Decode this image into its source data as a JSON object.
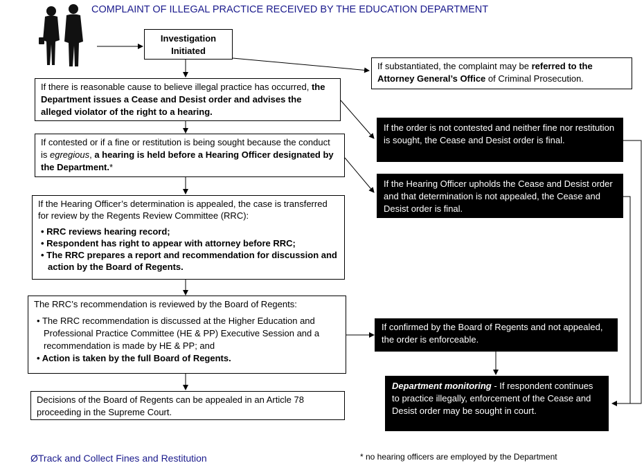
{
  "title": "COMPLAINT OF ILLEGAL PRACTICE RECEIVED BY THE EDUCATION DEPARTMENT",
  "people_icon": "two-people-icon",
  "colors": {
    "title": "#1a1a8c",
    "dark_box": "#000000",
    "footer": "#1a1a8c"
  },
  "investigation": {
    "line1": "Investigation",
    "line2": "Initiated"
  },
  "referral": {
    "pre": "If substantiated, the complaint may be ",
    "bold": "referred to the Attorney General’s Office",
    "post": " of Criminal Prosecution."
  },
  "cease": {
    "pre": "If there is reasonable cause to believe illegal practice has occurred, ",
    "bold": "the Department issues a Cease and Desist order and advises the alleged violator of the right to a hearing."
  },
  "not_contested": "If the order is not contested and neither fine nor restitution is sought, the Cease and Desist order is final.",
  "contested": {
    "pre": "If contested or if a fine or restitution is being sought because the conduct is ",
    "italic": "egregious",
    "mid": ", ",
    "bold": "a hearing is held before a Hearing Officer designated by the Department.",
    "post": "*"
  },
  "upholds": "If the Hearing Officer upholds the Cease and Desist order and that determination is not appealed, the Cease and Desist order is final.",
  "rrc": {
    "intro": "If the Hearing Officer’s determination is appealed, the case is transferred for review by the Regents Review Committee (RRC):",
    "bullets": [
      "RRC reviews hearing record;",
      "Respondent has right to appear with attorney before RRC;",
      "The RRC prepares a report and recommendation for discussion and action by the Board of Regents."
    ]
  },
  "board": {
    "intro": "The RRC’s recommendation is reviewed by the Board of Regents:",
    "bullet1": "The RRC recommendation is discussed at the Higher Education and Professional  Practice Committee (HE & PP) Executive Session and a recommendation is made by HE & PP; and",
    "bullet2": "Action is taken by the full Board of Regents."
  },
  "confirmed": "If confirmed by the Board of Regents and not appealed, the order is enforceable.",
  "monitoring": {
    "bold": "Department monitoring",
    "rest": " - If respondent continues to practice illegally, enforcement of the Cease and  Desist order may be sought in court."
  },
  "appeal": "Decisions of the Board of Regents can be  appealed in an Article 78 proceeding in the Supreme Court.",
  "footer_left": {
    "marker": "Ø",
    "text": "Track and Collect Fines and Restitution"
  },
  "footnote": "* no hearing officers are employed by the Department"
}
